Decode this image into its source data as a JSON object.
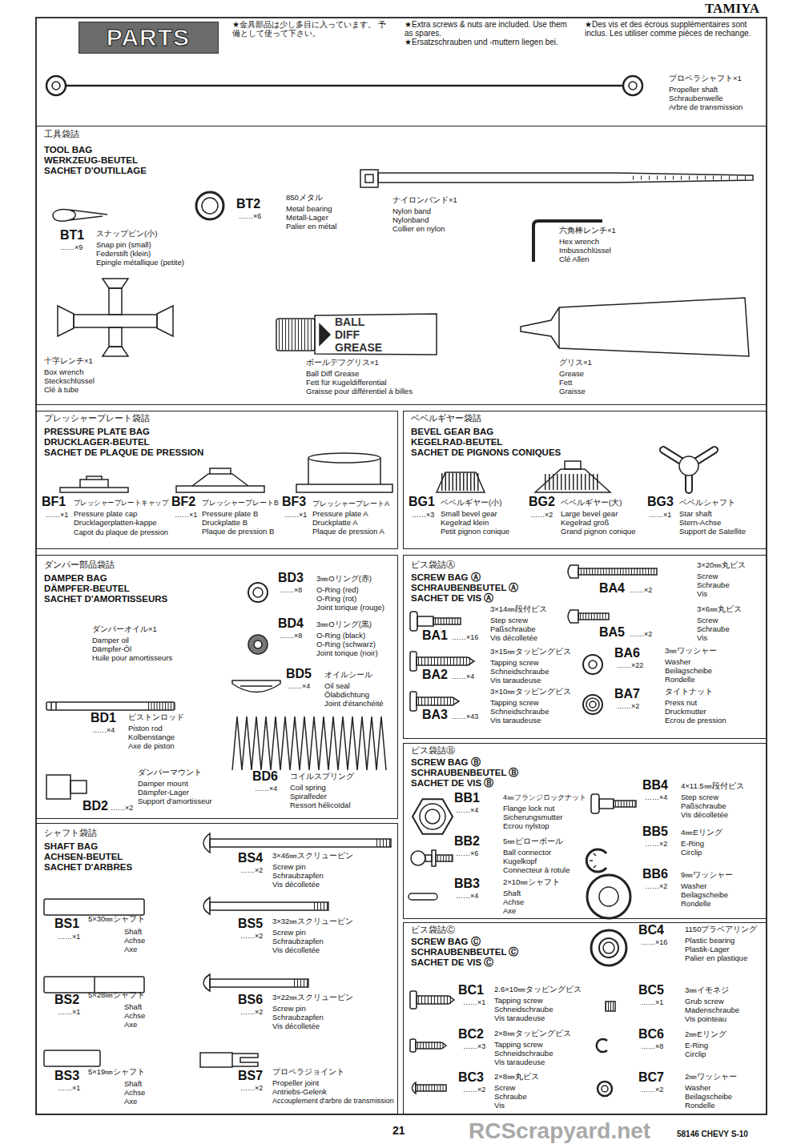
{
  "diagram": {
    "nodes": [
      {
        "text": [
          "PARTS"
        ]
      },
      {
        "text": [
          "工具袋詰",
          "TOOL BAG",
          "WERKZEUG-BEUTEL",
          "SACHET D'OUTILLAGE"
        ]
      },
      {
        "text": [
          "プレッシャープレート袋詰",
          "PRESSURE PLATE BAG",
          "DRUCKLAGER-BEUTEL",
          "SACHET DE PLAQUE DE PRESSION"
        ]
      },
      {
        "text": [
          "ベベルギヤー袋詰",
          "BEVEL GEAR BAG",
          "KEGELRAD-BEUTEL",
          "SACHET DE PIGNONS CONIQUES"
        ]
      },
      {
        "text": [
          "ダンパー部品袋詰",
          "DAMPER BAG",
          "DÄMPFER-BEUTEL",
          "SACHET D'AMORTISSEURS"
        ]
      },
      {
        "text": [
          "ビス袋詰Ⓐ",
          "SCREW BAG Ⓐ",
          "SCHRAUBENBEUTEL Ⓐ",
          "SACHET DE VIS Ⓐ"
        ]
      },
      {
        "text": [
          "シャフト袋詰",
          "SHAFT BAG",
          "ACHSEN-BEUTEL",
          "SACHET D'ARBRES"
        ]
      },
      {
        "text": [
          "ビス袋詰Ⓑ",
          "SCREW BAG Ⓑ",
          "SCHRAUBENBEUTEL Ⓑ",
          "SACHET DE VIS Ⓑ"
        ]
      },
      {
        "text": [
          "ビス袋詰Ⓒ",
          "SCREW BAG Ⓒ",
          "SCHRAUBENBEUTEL Ⓒ",
          "SACHET DE VIS Ⓒ"
        ]
      }
    ],
    "labels": [
      "★金具部品は少し多目に入っています。 予備として使って下さい。",
      "★Extra screws & nuts are included. Use them as spares.",
      "★Ersatzschrauben und -muttern liegen bei.",
      "★Des vis et des écrous supplémentaires sont inclus. Les utiliser comme pièces de rechange.",
      "TAMIYA",
      "プロペラシャフト×1",
      "Propeller shaft",
      "Schraubenwelle",
      "Arbre de transmission",
      "BT1",
      "……×9",
      "スナップピン(小)",
      "Snap pin (small)",
      "Federstift (klein)",
      "Epingle métallique (petite)",
      "BT2",
      "……×6",
      "850メタル",
      "Metal bearing",
      "Metall-Lager",
      "Palier en métal",
      "ナイロンバンド×1",
      "Nylon band",
      "Nylonband",
      "Collier en nylon",
      "六角棒レンチ×1",
      "Hex wrench",
      "Imbusschlüssel",
      "Clé Allen",
      "十字レンチ×1",
      "Box wrench",
      "Steckschlüssel",
      "Clé à tube",
      "ボールデフグリス×1",
      "Ball Diff Grease",
      "Fett für Kugeldifferential",
      "Graisse pour différentiel à billes",
      "BALL",
      "DIFF",
      "GREASE",
      "グリス×1",
      "Grease",
      "Fett",
      "Graisse",
      "BF1",
      "……×1",
      "プレッシャープレートキャップ",
      "Pressure plate cap",
      "Drucklagerplatten-kappe",
      "Capot du plaque de pression",
      "BF2",
      "……×1",
      "プレッシャープレートB",
      "Pressure plate B",
      "Druckplatte B",
      "Plaque de pression B",
      "BF3",
      "……×1",
      "プレッシャープレートA",
      "Pressure plate A",
      "Druckplatte A",
      "Plaque de pression A",
      "BG1",
      "……×3",
      "ベベルギヤー(小)",
      "Small bevel gear",
      "Kegelrad klein",
      "Petit pignon conique",
      "BG2",
      "……×2",
      "ベベルギヤー(大)",
      "Large bevel gear",
      "Kegelrad groß",
      "Grand pignon conique",
      "BG3",
      "……×1",
      "ベベルシャフト",
      "Star shaft",
      "Stern-Achse",
      "Support de Satellite",
      "ダンパーオイル×1",
      "Damper oil",
      "Dämpfer-Öl",
      "Huile pour amortisseurs",
      "BD3",
      "……×8",
      "3㎜Oリング(赤)",
      "O-Ring (red)",
      "O-Ring (rot)",
      "Joint torique (rouge)",
      "BD4",
      "……×8",
      "3㎜Oリング(黒)",
      "O-Ring (black)",
      "O-Ring (schwarz)",
      "Joint torique (noir)",
      "BD5",
      "……×4",
      "オイルシール",
      "Oil seal",
      "Ölabdichtung",
      "Joint d'étanchéité",
      "BD1",
      "……×4",
      "ピストンロッド",
      "Piston rod",
      "Kolbenstange",
      "Axe de piston",
      "BD6",
      "……×4",
      "コイルスプリング",
      "Coil spring",
      "Spiralfeder",
      "Ressort hélicoïdal",
      "BD2",
      "……×2",
      "ダンパーマウント",
      "Damper mount",
      "Dämpfer-Lager",
      "Support d'amortisseur",
      "BS4",
      "……×2",
      "3×46㎜スクリューピン",
      "Screw pin",
      "Schraubzapfen",
      "Vis décolletée",
      "BS1",
      "……×1",
      "5×30㎜シャフト",
      "Shaft",
      "Achse",
      "Axe",
      "BS5",
      "……×2",
      "3×32㎜スクリューピン",
      "Screw pin",
      "Schraubzapfen",
      "Vis décolletée",
      "BS2",
      "……×1",
      "5×28㎜シャフト",
      "Shaft",
      "Achse",
      "Axe",
      "BS6",
      "……×2",
      "3×22㎜スクリューピン",
      "Screw pin",
      "Schraubzapfen",
      "Vis décolletée",
      "BS3",
      "……×1",
      "5×19㎜シャフト",
      "Shaft",
      "Achse",
      "Axe",
      "BS7",
      "……×2",
      "プロペラジョイント",
      "Propeller joint",
      "Antriebs-Gelenk",
      "Accouplement d'arbre de transmission",
      "BA4",
      "……×2",
      "3×20㎜丸ビス",
      "Screw",
      "Schraube",
      "Vis",
      "BA1",
      "……×16",
      "3×14㎜段付ビス",
      "Step screw",
      "Paßschraube",
      "Vis décolletée",
      "BA5",
      "……×2",
      "3×6㎜丸ビス",
      "Screw",
      "Schraube",
      "Vis",
      "BA2",
      "……×4",
      "3×15㎜タッピングビス",
      "Tapping screw",
      "Schneidschraube",
      "Vis taraudeuse",
      "BA6",
      "……×22",
      "3㎜ワッシャー",
      "Washer",
      "Beilagscheibe",
      "Rondelle",
      "BA3",
      "……×43",
      "3×10㎜タッピングビス",
      "Tapping screw",
      "Schneidschraube",
      "Vis taraudeuse",
      "BA7",
      "……×2",
      "タイトナット",
      "Press nut",
      "Druckmutter",
      "Ecrou de pression",
      "BB1",
      "……×4",
      "4㎜フランジロックナット",
      "Flange lock nut",
      "Sicherungsmutter",
      "Ecrou nylstop",
      "BB4",
      "……×4",
      "4×11.5㎜段付ビス",
      "Step screw",
      "Paßschraube",
      "Vis décolletée",
      "BB2",
      "……×6",
      "5㎜ピローボール",
      "Ball connector",
      "Kugelkopf",
      "Connecteur à rotule",
      "BB5",
      "……×2",
      "4㎜Eリング",
      "E-Ring",
      "Circlip",
      "BB3",
      "……×4",
      "2×10㎜シャフト",
      "Shaft",
      "Achse",
      "Axe",
      "BB6",
      "……×2",
      "9㎜ワッシャー",
      "Washer",
      "Beilagscheibe",
      "Rondelle",
      "BC4",
      "……×16",
      "1150プラベアリング",
      "Plastic bearing",
      "Plastik-Lager",
      "Palier en plastique",
      "BC1",
      "……×1",
      "2.6×10㎜タッピングビス",
      "Tapping screw",
      "Schneidschraube",
      "Vis taraudeuse",
      "BC5",
      "……×1",
      "3㎜イモネジ",
      "Grub screw",
      "Madenschraube",
      "Vis pointeau",
      "BC2",
      "……×3",
      "2×8㎜タッピングビス",
      "Tapping screw",
      "Schneidschraube",
      "Vis taraudeuse",
      "BC6",
      "……×8",
      "2㎜Eリング",
      "E-Ring",
      "Circlip",
      "BC3",
      "……×2",
      "2×8㎜丸ビス",
      "Screw",
      "Schraube",
      "Vis",
      "BC7",
      "……×2",
      "2㎜ワッシャー",
      "Washer",
      "Beilagscheibe",
      "Rondelle",
      "21",
      "58146 CHEVY S-10",
      "RCScrapyard.net"
    ]
  }
}
